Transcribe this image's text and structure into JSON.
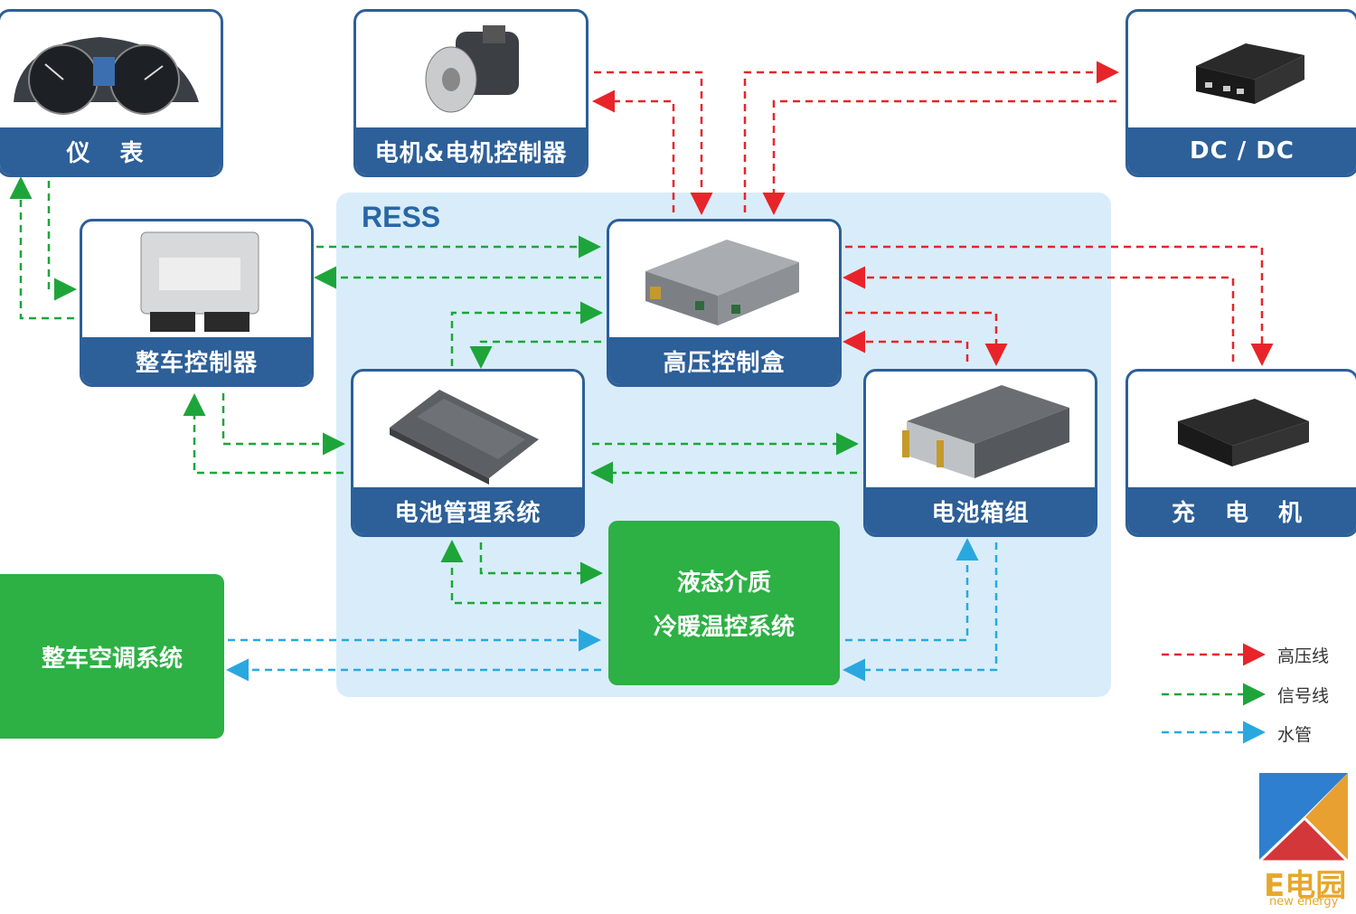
{
  "ress_label": "RESS",
  "cards": {
    "instrument": "仪 表",
    "motor": "电机&电机控制器",
    "dcdc": "DC / DC",
    "vcu": "整车控制器",
    "hv_box": "高压控制盒",
    "bms": "电池管理系统",
    "battery_pack": "电池箱组",
    "charger": "充 电 机"
  },
  "thermal": {
    "line1": "液态介质",
    "line2": "冷暖温控系统"
  },
  "ac_system": "整车空调系统",
  "legend": [
    {
      "label": "高压线",
      "color": "#e8242a"
    },
    {
      "label": "信号线",
      "color": "#1ea53a"
    },
    {
      "label": "水管",
      "color": "#29a8e0"
    }
  ],
  "colors": {
    "high_voltage": "#e8242a",
    "signal": "#1ea53a",
    "water": "#29a8e0",
    "box_blue": "#2d5f98",
    "ress_bg": "#d8edf9"
  },
  "logo": {
    "text": "E电园",
    "sub": "new energy"
  }
}
